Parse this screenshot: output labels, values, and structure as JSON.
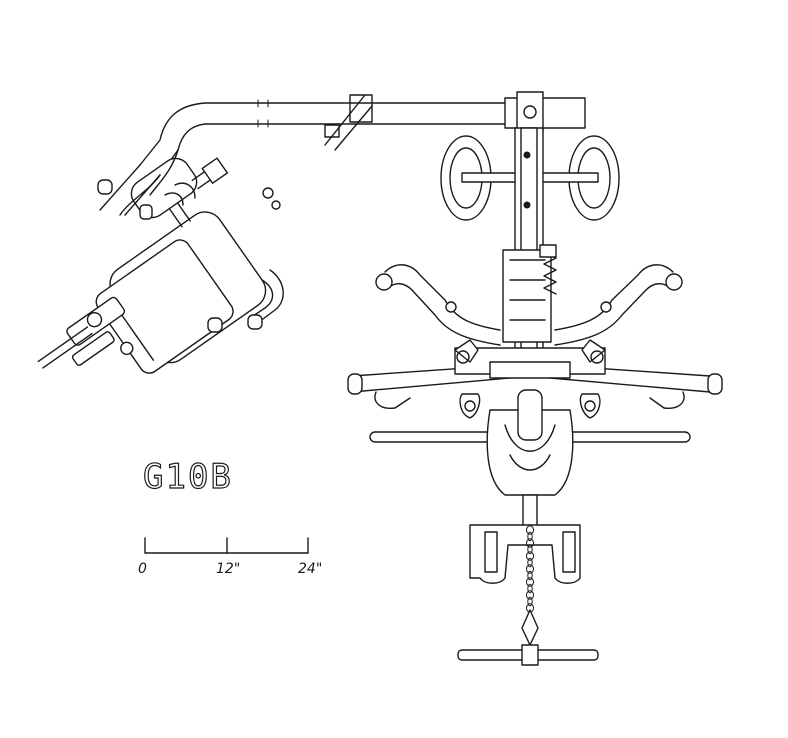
{
  "diagram": {
    "model": "G10B",
    "scale": {
      "ticks": [
        "0",
        "12\"",
        "24\""
      ]
    }
  }
}
